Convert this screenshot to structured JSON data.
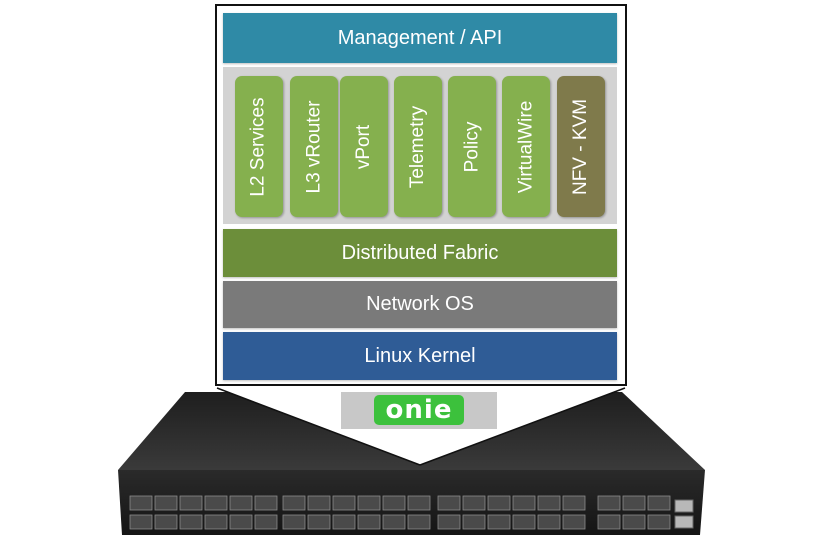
{
  "layers": {
    "management": {
      "label": "Management / API",
      "color": "#2f8aa6"
    },
    "fabric": {
      "label": "Distributed Fabric",
      "color": "#6c8e3a"
    },
    "network_os": {
      "label": "Network OS",
      "color": "#7a7a7a"
    },
    "kernel": {
      "label": "Linux Kernel",
      "color": "#2f5c96"
    }
  },
  "services": [
    {
      "label": "L2 Services",
      "color": "#85b04e"
    },
    {
      "label": "L3 vRouter",
      "color": "#85b04e"
    },
    {
      "label": "vPort",
      "color": "#85b04e"
    },
    {
      "label": "Telemetry",
      "color": "#85b04e"
    },
    {
      "label": "Policy",
      "color": "#85b04e"
    },
    {
      "label": "VirtualWire",
      "color": "#85b04e"
    },
    {
      "label": "NFV - KVM",
      "color": "#7f7a4b"
    }
  ],
  "onie": {
    "label": "onie",
    "color": "#3cc13c"
  },
  "colors": {
    "services_panel": "#d3d3d3",
    "switch_body": "#2b2b2b"
  }
}
